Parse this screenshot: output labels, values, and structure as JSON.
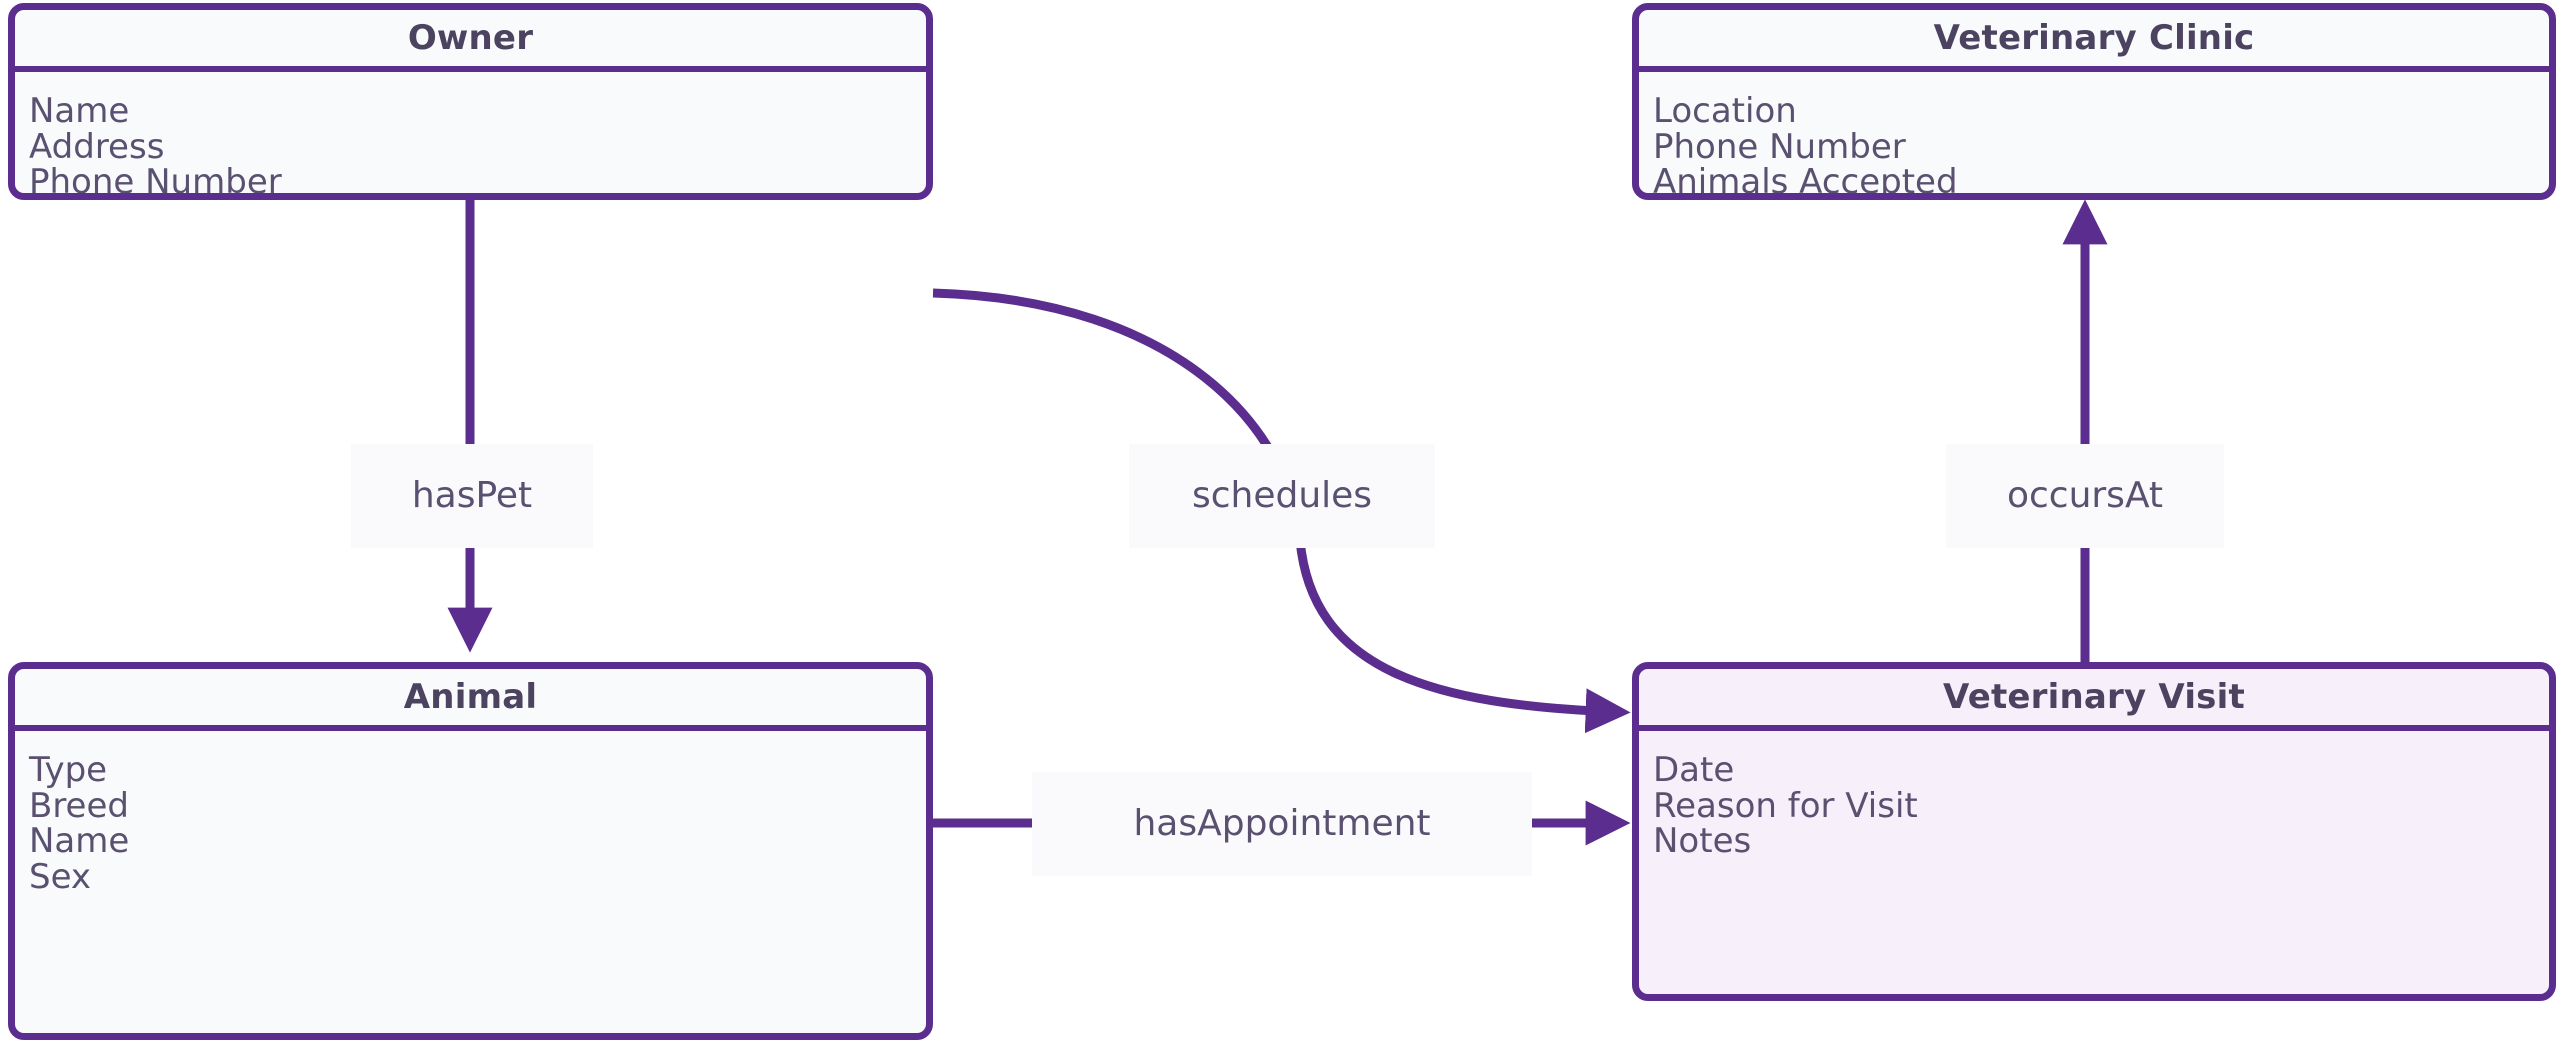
{
  "diagram": {
    "type": "entity-relationship-diagram",
    "accent_color": "#5b2d8e",
    "entity_fill": "#f9fafc",
    "entity_fill_highlight": "#f7f0fb",
    "text_color": "#5a5070",
    "title_color": "#4c4360"
  },
  "entities": [
    {
      "id": "owner",
      "title": "Owner",
      "attributes": [
        "Name",
        "Address",
        "Phone Number"
      ]
    },
    {
      "id": "veterinary-clinic",
      "title": "Veterinary Clinic",
      "attributes": [
        "Location",
        "Phone Number",
        "Animals Accepted"
      ]
    },
    {
      "id": "animal",
      "title": "Animal",
      "attributes": [
        "Type",
        "Breed",
        "Name",
        "Sex"
      ]
    },
    {
      "id": "veterinary-visit",
      "title": "Veterinary Visit",
      "attributes": [
        "Date",
        "Reason for Visit",
        "Notes"
      ]
    }
  ],
  "relationships": [
    {
      "id": "has-pet",
      "label": "hasPet",
      "from": "Owner",
      "to": "Animal",
      "direction": "down"
    },
    {
      "id": "schedules",
      "label": "schedules",
      "from": "Owner",
      "to": "Veterinary Visit",
      "direction": "curved"
    },
    {
      "id": "occurs-at",
      "label": "occursAt",
      "from": "Veterinary Visit",
      "to": "Veterinary Clinic",
      "direction": "up"
    },
    {
      "id": "has-appointment",
      "label": "hasAppointment",
      "from": "Animal",
      "to": "Veterinary Visit",
      "direction": "right"
    }
  ]
}
